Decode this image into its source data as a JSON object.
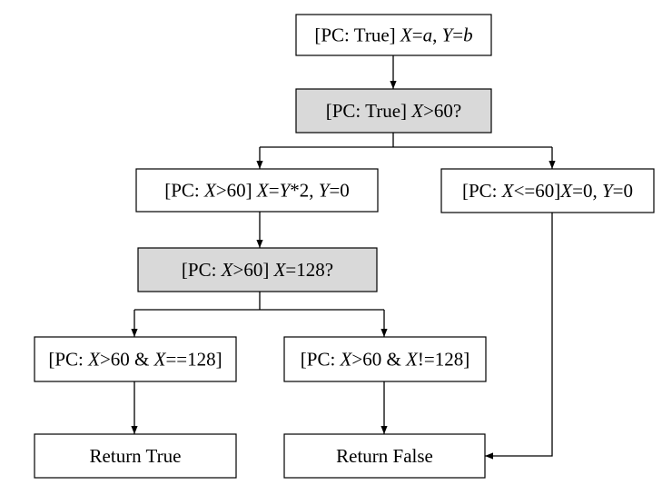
{
  "colors": {
    "box_fill": "#ffffff",
    "decision_fill": "#d9d9d9",
    "stroke": "#000000"
  },
  "nodes": {
    "root": {
      "type": "state",
      "segments": [
        {
          "text": "[PC: True] ",
          "italic": false
        },
        {
          "text": "X",
          "italic": true
        },
        {
          "text": "=",
          "italic": false
        },
        {
          "text": "a",
          "italic": true
        },
        {
          "text": ", ",
          "italic": false
        },
        {
          "text": "Y",
          "italic": true
        },
        {
          "text": "=",
          "italic": false
        },
        {
          "text": "b",
          "italic": true
        }
      ]
    },
    "cond1": {
      "type": "decision",
      "segments": [
        {
          "text": "[PC: True] ",
          "italic": false
        },
        {
          "text": "X",
          "italic": true
        },
        {
          "text": ">60?",
          "italic": false
        }
      ]
    },
    "left1": {
      "type": "state",
      "segments": [
        {
          "text": "[PC: ",
          "italic": false
        },
        {
          "text": "X",
          "italic": true
        },
        {
          "text": ">60] ",
          "italic": false
        },
        {
          "text": "X",
          "italic": true
        },
        {
          "text": "=",
          "italic": false
        },
        {
          "text": "Y",
          "italic": true
        },
        {
          "text": "*2, ",
          "italic": false
        },
        {
          "text": "Y",
          "italic": true
        },
        {
          "text": "=0",
          "italic": false
        }
      ]
    },
    "right1": {
      "type": "state",
      "segments": [
        {
          "text": "[PC: ",
          "italic": false
        },
        {
          "text": "X",
          "italic": true
        },
        {
          "text": "<=60]",
          "italic": false
        },
        {
          "text": "X",
          "italic": true
        },
        {
          "text": "=0, ",
          "italic": false
        },
        {
          "text": "Y",
          "italic": true
        },
        {
          "text": "=0",
          "italic": false
        }
      ]
    },
    "cond2": {
      "type": "decision",
      "segments": [
        {
          "text": "[PC: ",
          "italic": false
        },
        {
          "text": "X",
          "italic": true
        },
        {
          "text": ">60] ",
          "italic": false
        },
        {
          "text": "X",
          "italic": true
        },
        {
          "text": "=128?",
          "italic": false
        }
      ]
    },
    "leaf_true_pc": {
      "type": "state",
      "segments": [
        {
          "text": "[PC: ",
          "italic": false
        },
        {
          "text": "X",
          "italic": true
        },
        {
          "text": ">60 & ",
          "italic": false
        },
        {
          "text": "X",
          "italic": true
        },
        {
          "text": "==128]",
          "italic": false
        }
      ]
    },
    "leaf_false_pc": {
      "type": "state",
      "segments": [
        {
          "text": "[PC: ",
          "italic": false
        },
        {
          "text": "X",
          "italic": true
        },
        {
          "text": ">60 & ",
          "italic": false
        },
        {
          "text": "X",
          "italic": true
        },
        {
          "text": "!=128]",
          "italic": false
        }
      ]
    },
    "return_true": {
      "type": "state",
      "segments": [
        {
          "text": "Return True",
          "italic": false
        }
      ]
    },
    "return_false": {
      "type": "state",
      "segments": [
        {
          "text": "Return False",
          "italic": false
        }
      ]
    }
  }
}
